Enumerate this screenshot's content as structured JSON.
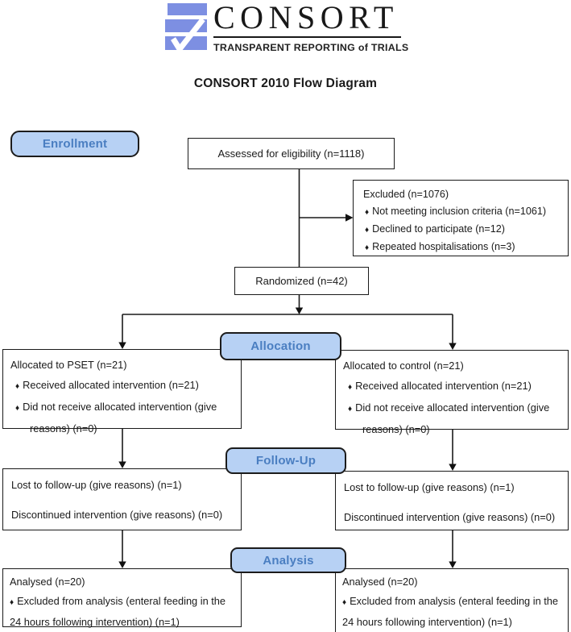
{
  "logo": {
    "brand": "CONSORT",
    "tagline": "TRANSPARENT REPORTING of TRIALS",
    "icon_color": "#7d8fe2"
  },
  "page_title": "CONSORT 2010 Flow Diagram",
  "glyphs": {
    "bullet": "♦"
  },
  "colors": {
    "stage_label_fill": "#b7d1f4",
    "stage_label_text": "#4a7ec1",
    "box_border": "#1a1a1a",
    "connector": "#1a1a1a",
    "logo_blue": "#7d8fe2"
  },
  "stage_labels": {
    "enrollment": "Enrollment",
    "allocation": "Allocation",
    "followup": "Follow-Up",
    "analysis": "Analysis"
  },
  "boxes": {
    "assessed": "Assessed for eligibility (n=1118)",
    "excluded": {
      "title": "Excluded (n=1076)",
      "bullets": [
        "Not meeting inclusion criteria (n=1061)",
        "Declined to participate (n=12)",
        "Repeated hospitalisations (n=3)"
      ]
    },
    "randomized": "Randomized (n=42)",
    "allocation_left": {
      "title": "Allocated to PSET (n=21)",
      "bullets": [
        "Received allocated intervention (n=21)",
        "Did not receive allocated intervention (give reasons) (n=0)"
      ]
    },
    "allocation_right": {
      "title": "Allocated to control (n=21)",
      "bullets": [
        "Received allocated intervention (n=21)",
        "Did not receive allocated intervention (give reasons) (n=0)"
      ]
    },
    "followup_left": {
      "lines": [
        "Lost to follow-up (give reasons) (n=1)",
        "Discontinued intervention (give reasons) (n=0)"
      ]
    },
    "followup_right": {
      "lines": [
        "Lost to follow-up (give reasons) (n=1)",
        "Discontinued intervention (give reasons) (n=0)"
      ]
    },
    "analysis_left": {
      "title": "Analysed (n=20)",
      "bullets": [
        "Excluded from analysis (enteral feeding in the 24 hours following intervention) (n=1)"
      ]
    },
    "analysis_right": {
      "title": "Analysed (n=20)",
      "bullets": [
        "Excluded from analysis (enteral feeding in the 24 hours following intervention) (n=1)"
      ]
    }
  }
}
